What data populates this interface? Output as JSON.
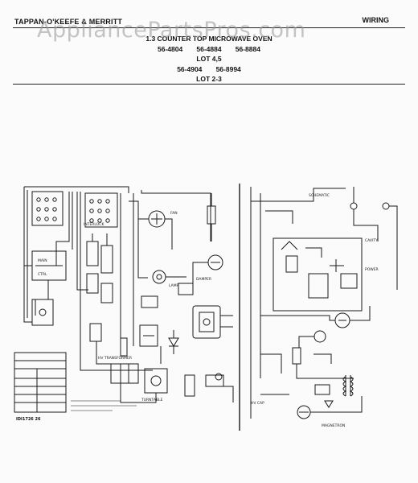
{
  "header": {
    "brand": "TAPPAN-O'KEEFE & MERRITT",
    "section": "WIRING"
  },
  "title": {
    "line1": "1.3 COUNTER TOP MICROWAVE OVEN",
    "models_row1": [
      "56-4804",
      "56-4884",
      "56-8884"
    ],
    "lot_a": "LOT 4,5",
    "models_row2": [
      "56-4904",
      "56-8994"
    ],
    "lot_b": "LOT 2-3"
  },
  "watermark": "AppliancePartsPros.com",
  "diagram": {
    "panel_label": "IDI1726 26",
    "left_labels": [
      "INTERLOCK",
      "FAN",
      "LAMP",
      "DAMPER",
      "TURNTABLE",
      "HV TRANSFORMER"
    ],
    "right_labels": [
      "SCHEMATIC",
      "CAVITY",
      "POWER",
      "MAGNETRON",
      "HV CAP"
    ],
    "colors": {
      "ink": "#1a1a1a",
      "paper": "#fbfbfb",
      "watermark": "#999999"
    }
  }
}
